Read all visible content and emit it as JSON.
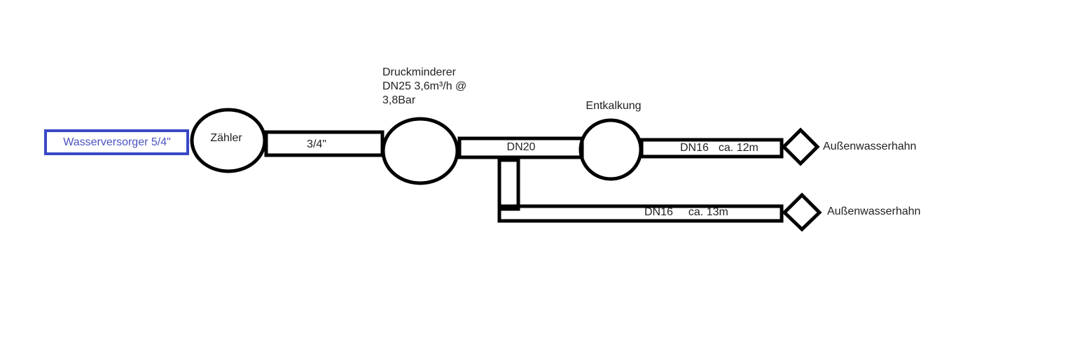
{
  "colors": {
    "source_box": "#3a48c6",
    "source_text": "#4a52c0",
    "stroke": "#000000"
  },
  "nodes": {
    "source": "Wasserversorger 5/4\"",
    "meter": "Zähler",
    "pressure_reducer": [
      "Druckminderer",
      "DN25 3,6m³/h @",
      "3,8Bar"
    ],
    "decalcifier": "Entkalkung",
    "tap_1": "Außenwasserhahn",
    "tap_2": "Außenwasserhahn"
  },
  "pipes": {
    "meter_to_reducer": "3/4\"",
    "reducer_to_decalcifier": "DN20",
    "branch_1": {
      "size": "DN16",
      "length": "ca. 12m"
    },
    "branch_2": {
      "size": "DN16",
      "length": "ca. 13m"
    }
  }
}
